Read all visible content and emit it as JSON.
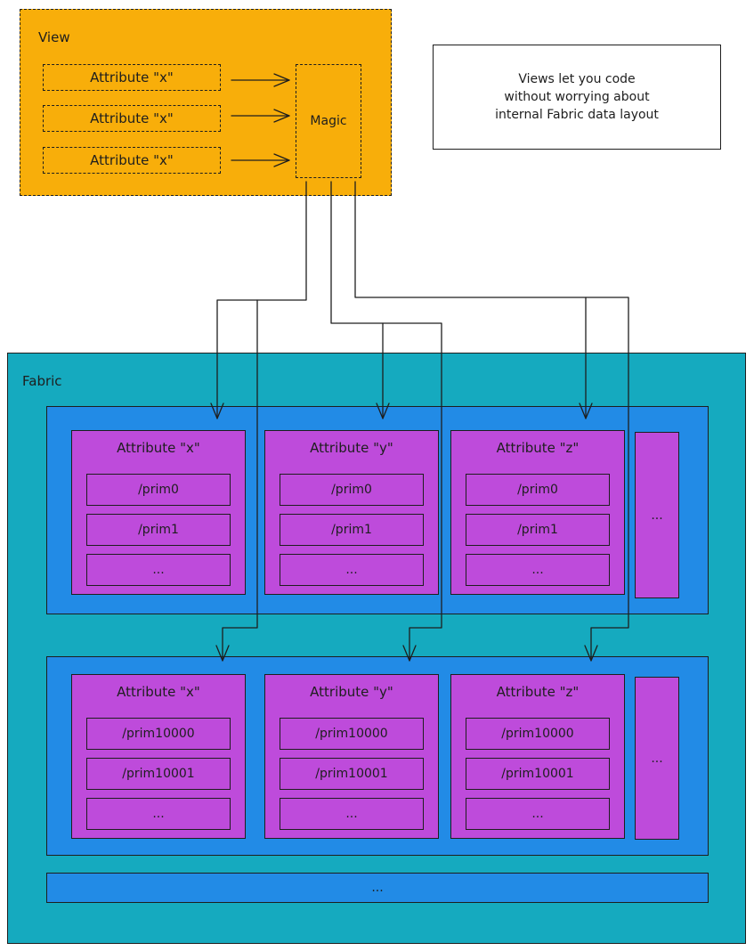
{
  "view": {
    "label": "View",
    "attributes": [
      "Attribute \"x\"",
      "Attribute \"x\"",
      "Attribute \"x\""
    ],
    "magic": "Magic"
  },
  "note": {
    "lines": [
      "Views let you code",
      "without worrying about",
      "internal Fabric data layout"
    ]
  },
  "fabric": {
    "label": "Fabric",
    "buckets": [
      {
        "attributes": [
          {
            "title": "Attribute \"x\"",
            "prims": [
              "/prim0",
              "/prim1",
              "..."
            ]
          },
          {
            "title": "Attribute \"y\"",
            "prims": [
              "/prim0",
              "/prim1",
              "..."
            ]
          },
          {
            "title": "Attribute \"z\"",
            "prims": [
              "/prim0",
              "/prim1",
              "..."
            ]
          }
        ],
        "more": "..."
      },
      {
        "attributes": [
          {
            "title": "Attribute \"x\"",
            "prims": [
              "/prim10000",
              "/prim10001",
              "..."
            ]
          },
          {
            "title": "Attribute \"y\"",
            "prims": [
              "/prim10000",
              "/prim10001",
              "..."
            ]
          },
          {
            "title": "Attribute \"z\"",
            "prims": [
              "/prim10000",
              "/prim10001",
              "..."
            ]
          }
        ],
        "more": "..."
      }
    ],
    "more_buckets": "..."
  },
  "colors": {
    "view": "#f8ae0a",
    "fabric": "#15aabf",
    "bucket": "#228be6",
    "attribute": "#be4bdb"
  }
}
